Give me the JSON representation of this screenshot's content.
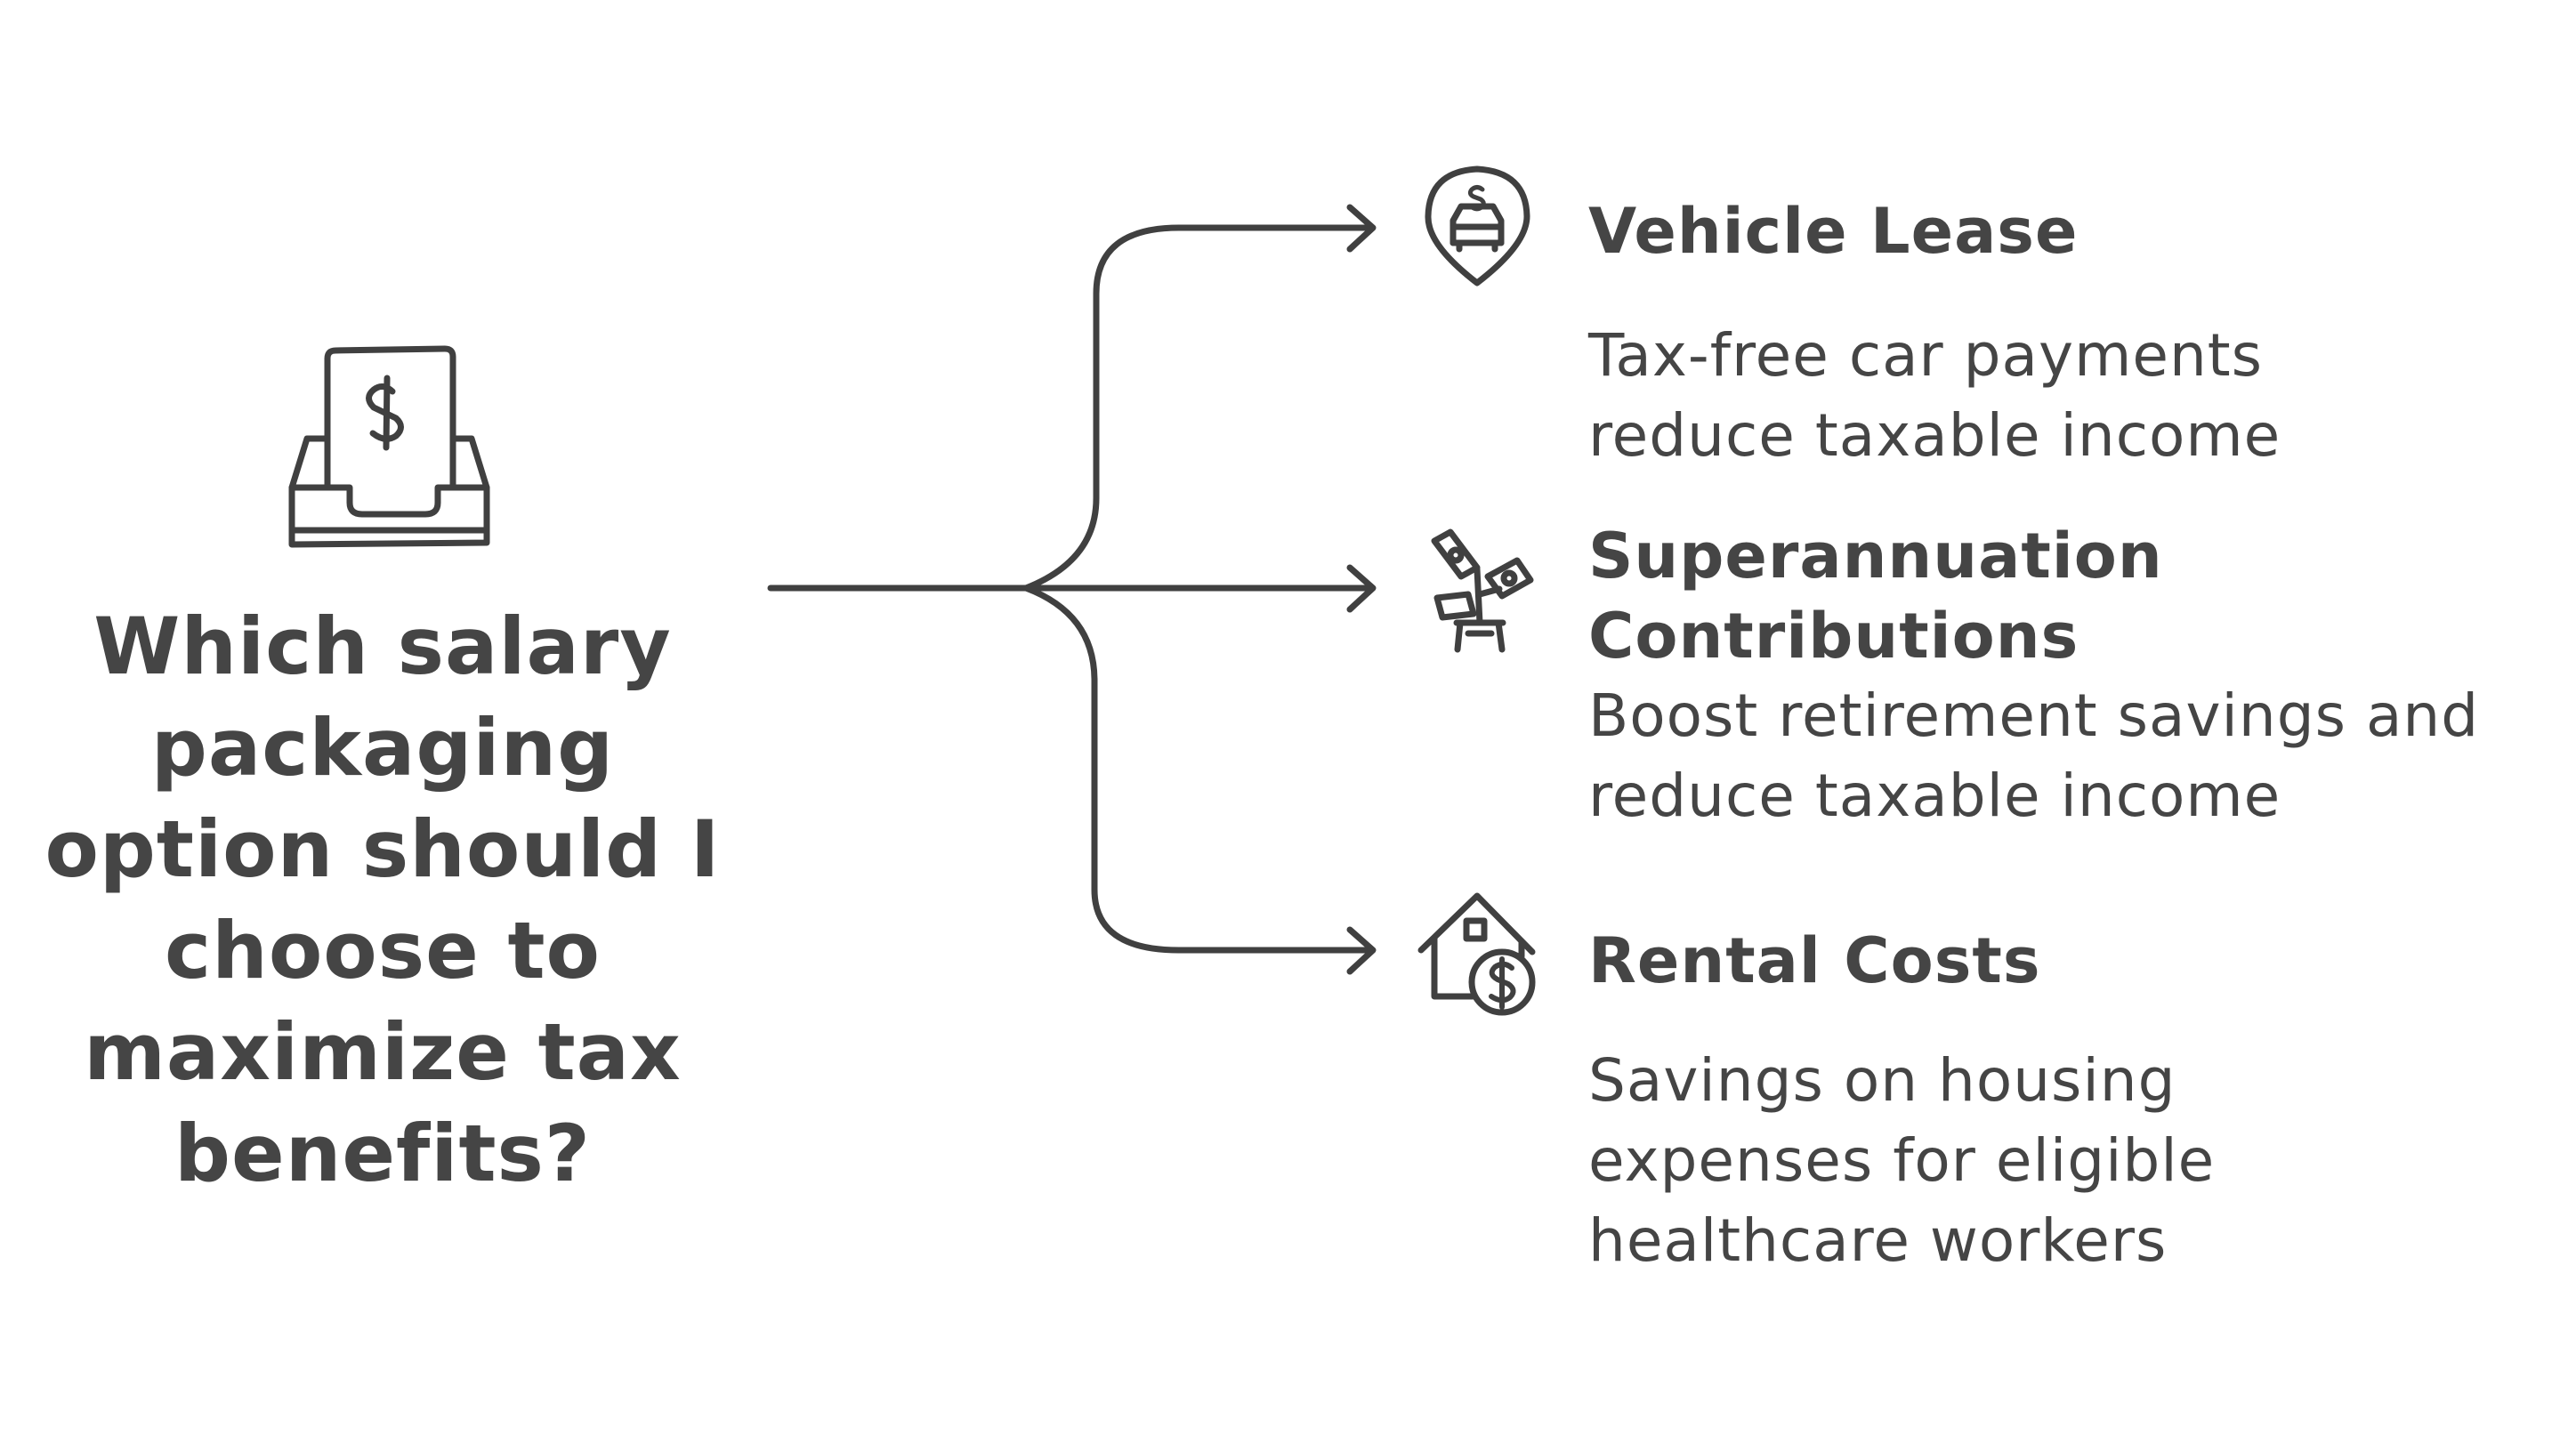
{
  "question": "Which salary packaging option should I choose to maximize tax benefits?",
  "options": [
    {
      "icon": "car-location-pin-icon",
      "title": "Vehicle Lease",
      "description": "Tax-free car payments reduce taxable income"
    },
    {
      "icon": "money-plant-icon",
      "title": "Superannuation Contributions",
      "description": "Boost retirement savings and reduce taxable income"
    },
    {
      "icon": "house-dollar-icon",
      "title": "Rental Costs",
      "description": "Savings on housing expenses for eligible healthcare workers"
    }
  ],
  "colors": {
    "stroke": "#404040",
    "background": "#ffffff"
  }
}
